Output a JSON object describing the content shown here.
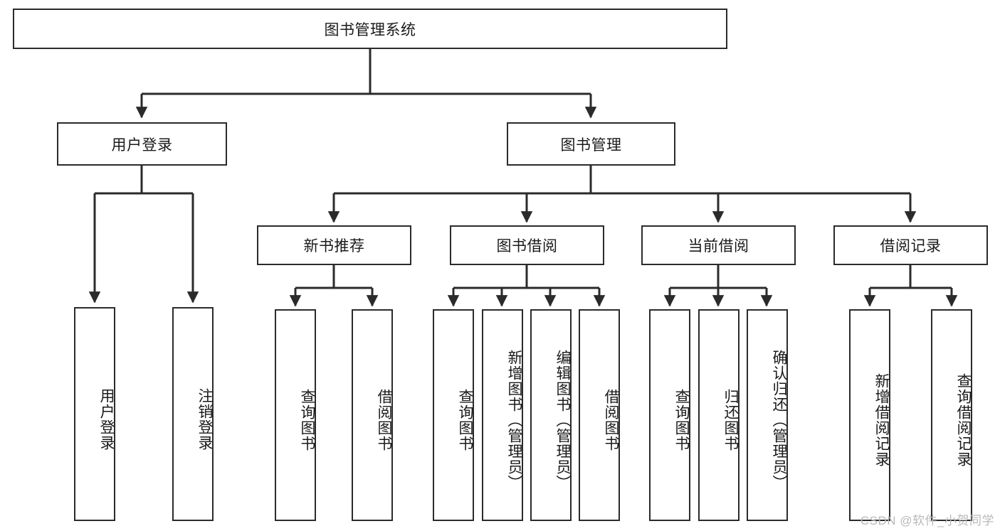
{
  "diagram": {
    "type": "tree-hierarchy",
    "title": "图书管理系统",
    "root": {
      "id": "root",
      "label": "图书管理系统"
    },
    "level2": [
      {
        "id": "user-login",
        "label": "用户登录"
      },
      {
        "id": "book-manage",
        "label": "图书管理"
      }
    ],
    "level3": [
      {
        "id": "new-book-recommend",
        "label": "新书推荐",
        "parent": "book-manage"
      },
      {
        "id": "book-borrow",
        "label": "图书借阅",
        "parent": "book-manage"
      },
      {
        "id": "current-borrow",
        "label": "当前借阅",
        "parent": "book-manage"
      },
      {
        "id": "borrow-record",
        "label": "借阅记录",
        "parent": "book-manage"
      }
    ],
    "leaves": [
      {
        "id": "leaf-user-login",
        "label": "用户登录",
        "parent": "user-login"
      },
      {
        "id": "leaf-user-logout",
        "label": "注销登录",
        "parent": "user-login"
      },
      {
        "id": "leaf-query-book-1",
        "label": "查询图书",
        "parent": "new-book-recommend"
      },
      {
        "id": "leaf-borrow-book-1",
        "label": "借阅图书",
        "parent": "new-book-recommend"
      },
      {
        "id": "leaf-query-book-2",
        "label": "查询图书",
        "parent": "book-borrow"
      },
      {
        "id": "leaf-add-book",
        "label": "新增图书（管理员）",
        "parent": "book-borrow"
      },
      {
        "id": "leaf-edit-book",
        "label": "编辑图书（管理员）",
        "parent": "book-borrow"
      },
      {
        "id": "leaf-borrow-book-2",
        "label": "借阅图书",
        "parent": "book-borrow"
      },
      {
        "id": "leaf-query-book-3",
        "label": "查询图书",
        "parent": "current-borrow"
      },
      {
        "id": "leaf-return-book",
        "label": "归还图书",
        "parent": "current-borrow"
      },
      {
        "id": "leaf-confirm-return",
        "label": "确认归还（管理员）",
        "parent": "current-borrow"
      },
      {
        "id": "leaf-add-record",
        "label": "新增借阅记录",
        "parent": "borrow-record"
      },
      {
        "id": "leaf-query-record",
        "label": "查询借阅记录",
        "parent": "borrow-record"
      }
    ],
    "colors": {
      "stroke": "#2b2b2b",
      "fill": "#ffffff",
      "text": "#1a1a1a",
      "watermark": "#b9b9b9"
    }
  },
  "watermark": {
    "text": "CSDN @软件_小贺同学"
  }
}
